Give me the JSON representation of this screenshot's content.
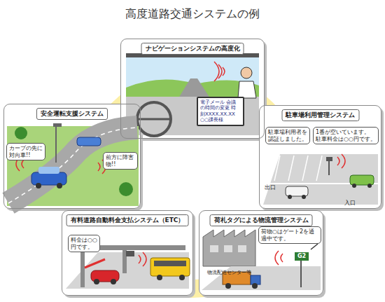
{
  "diagram": {
    "title": "高度道路交通システムの例",
    "nodes": [
      {
        "text": [
          "ナビゲーションシステムの高度化"
        ]
      },
      {
        "text": [
          "電子メール 会議の時間の変更 時刻XXXX.XX.XX ○○課長様"
        ],
        "in": 0
      },
      {
        "text": [
          "安全運転支援システム"
        ]
      },
      {
        "text": [
          "カーブの先に対向車!!"
        ],
        "in": 2
      },
      {
        "text": [
          "前方に障害物!!"
        ],
        "in": 2
      },
      {
        "text": [
          "駐車場利用管理システム"
        ]
      },
      {
        "text": [
          "駐車場利用者を認証しました。"
        ],
        "in": 5
      },
      {
        "text": [
          "1番が空いています。 駐車料金は○○円です。"
        ],
        "in": 5
      },
      {
        "text": [
          "有料道路自動料金支払システム（ETC）"
        ]
      },
      {
        "text": [
          "料金は○○円です。"
        ],
        "in": 8
      },
      {
        "text": [
          "荷札タグによる物流管理システム"
        ]
      },
      {
        "text": [
          "荷物○はゲート2を通過中です。"
        ],
        "in": 10
      }
    ],
    "labels": [
      "出口",
      "入口",
      "物流配送センター等",
      "G2"
    ]
  }
}
